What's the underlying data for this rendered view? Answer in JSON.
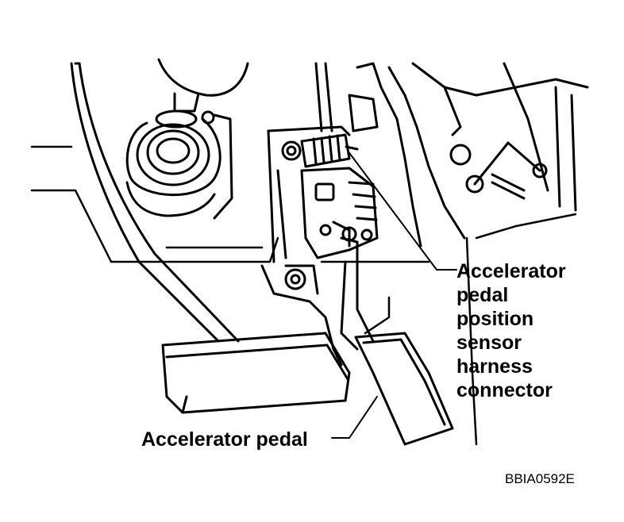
{
  "labels": {
    "sensor_connector": [
      "Accelerator",
      "pedal",
      "position",
      "sensor",
      "harness",
      "connector"
    ],
    "pedal": "Accelerator pedal"
  },
  "figure_code": "BBIA0592E",
  "colors": {
    "line": "#000000",
    "background": "#ffffff"
  }
}
